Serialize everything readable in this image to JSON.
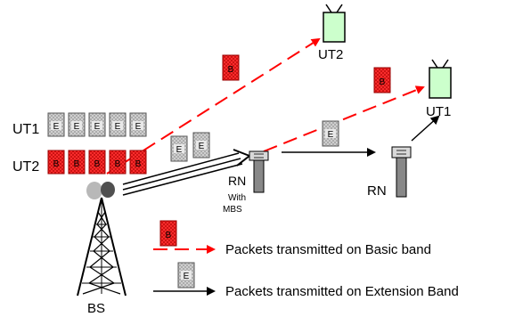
{
  "colors": {
    "basic": "#ff0000",
    "extension": "#000000",
    "packet_basic_fill": "#ff3030",
    "packet_ext_fill": "#c8c8c8",
    "terminal_fill": "#ccffcc"
  },
  "packets": {
    "basic_letter": "B",
    "extension_letter": "E"
  },
  "queues": {
    "ut1_label": "UT1",
    "ut2_label": "UT2"
  },
  "nodes": {
    "bs_label": "BS",
    "rn_with_mbs_label": "RN",
    "rn_with_mbs_sub1": "With",
    "rn_with_mbs_sub2": "MBS",
    "rn_label": "RN",
    "ut1_label": "UT1",
    "ut2_label": "UT2"
  },
  "legend": {
    "basic_text": "Packets transmitted on Basic band",
    "extension_text": "Packets transmitted on Extension Band"
  }
}
